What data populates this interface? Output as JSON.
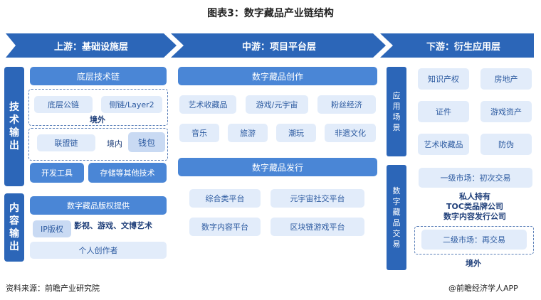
{
  "title": "图表3：数字藏品产业链结构",
  "stages": {
    "upstream": "上游：基础设施层",
    "midstream": "中游：项目平台层",
    "downstream": "下游：衍生应用层"
  },
  "left": {
    "tech_output": "技术输出",
    "content_output": "内容输出",
    "base_chain": "底层技术链",
    "public_chain": "底层公链",
    "side_chain": "侧链/Layer2",
    "offshore": "境外",
    "alliance_chain": "联盟链",
    "domestic": "境内",
    "wallet": "钱包",
    "dev_tools": "开发工具",
    "storage": "存储等其他技术",
    "copyright": "数字藏品版权提供",
    "ip_rights": "IP版权",
    "content_types": "影视、游戏、文博艺术",
    "individual": "个人创作者"
  },
  "middle": {
    "creation": "数字藏品创作",
    "creation_items": [
      "艺术收藏品",
      "游戏/元宇宙",
      "粉丝经济",
      "音乐",
      "旅游",
      "潮玩",
      "非遗文化"
    ],
    "issuance": "数字藏品发行",
    "issuance_items": [
      "综合类平台",
      "元宇宙社交平台",
      "数字内容平台",
      "区块链游戏平台"
    ]
  },
  "right": {
    "scenarios": "应用场景",
    "scenario_items": [
      "知识产权",
      "房地产",
      "证件",
      "游戏资产",
      "艺术收藏品",
      "防伪"
    ],
    "trading": "数字藏品交易",
    "primary_market": "一级市场：初次交易",
    "holders": [
      "私人持有",
      "TOC类品牌公司",
      "数字内容发行公司"
    ],
    "secondary_market": "二级市场：再交易",
    "offshore": "境外"
  },
  "footer": {
    "source": "资料来源：前瞻产业研究院",
    "brand": "@前瞻经济学人APP"
  }
}
